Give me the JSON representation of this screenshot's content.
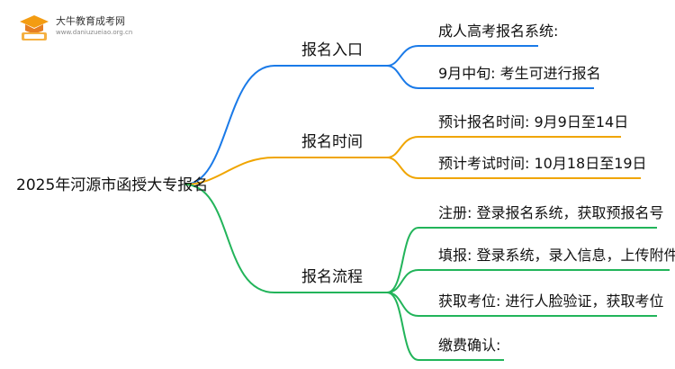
{
  "logo": {
    "title": "大牛教育成考网",
    "url": "www.daniuzueiao.org.cn",
    "icon": "graduation-cap-book-icon"
  },
  "root": {
    "label": "2025年河源市函授大专报名"
  },
  "branches": [
    {
      "label": "报名入口",
      "color": "#1a7ae8",
      "children": [
        "成人高考报名系统:",
        "9月中旬: 考生可进行报名"
      ]
    },
    {
      "label": "报名时间",
      "color": "#f0a500",
      "children": [
        "预计报名时间: 9月9日至14日",
        "预计考试时间: 10月18日至19日"
      ]
    },
    {
      "label": "报名流程",
      "color": "#22b45a",
      "children": [
        "注册: 登录报名系统，获取预报名号",
        "填报: 登录系统，录入信息，上传附件",
        "获取考位: 进行人脸验证，获取考位",
        "缴费确认:"
      ]
    }
  ]
}
